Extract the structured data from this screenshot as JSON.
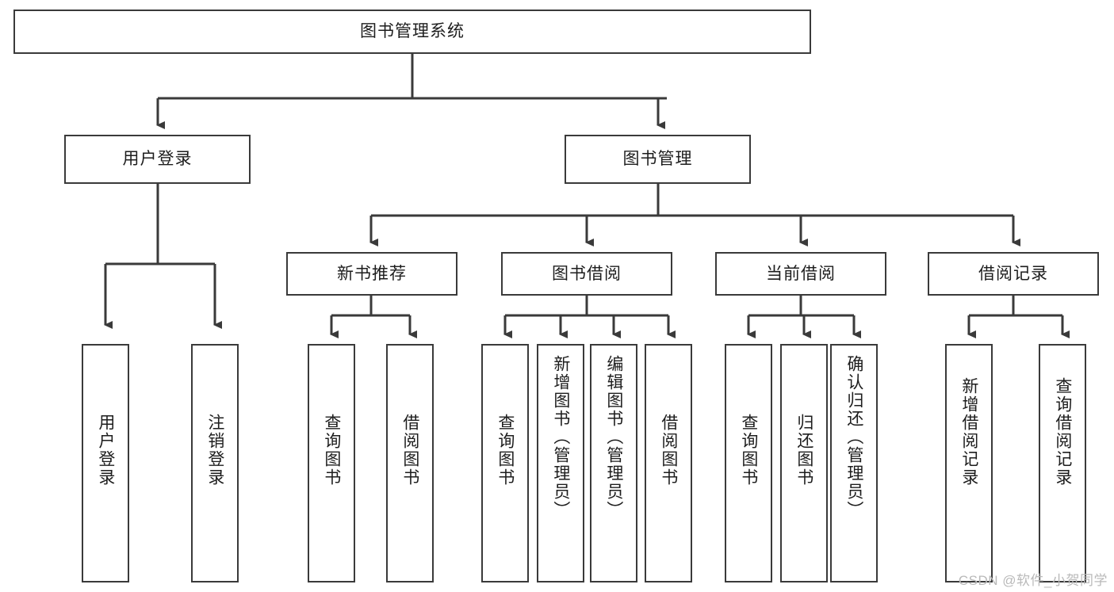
{
  "diagram": {
    "title": "图书管理系统",
    "type": "tree-hierarchy-chart",
    "stroke_color": "#3a3a3a",
    "text_color": "#1d1d1d",
    "background_color": "#ffffff"
  },
  "root": {
    "label": "图书管理系统"
  },
  "level2": [
    {
      "id": "user-login",
      "label": "用户登录"
    },
    {
      "id": "book-manage",
      "label": "图书管理"
    }
  ],
  "level3": [
    {
      "id": "new-book-rec",
      "label": "新书推荐"
    },
    {
      "id": "book-borrow",
      "label": "图书借阅"
    },
    {
      "id": "current-borrow",
      "label": "当前借阅"
    },
    {
      "id": "borrow-record",
      "label": "借阅记录"
    }
  ],
  "leaves": {
    "user_login": [
      {
        "id": "leaf-user-login",
        "label": "用户登录"
      },
      {
        "id": "leaf-logout",
        "label": "注销登录"
      }
    ],
    "new_book_rec": [
      {
        "id": "leaf-query-book-1",
        "label": "查询图书"
      },
      {
        "id": "leaf-borrow-book-1",
        "label": "借阅图书"
      }
    ],
    "book_borrow": [
      {
        "id": "leaf-query-book-2",
        "label": "查询图书"
      },
      {
        "id": "leaf-add-book",
        "label": "新增图书（管理员）"
      },
      {
        "id": "leaf-edit-book",
        "label": "编辑图书（管理员）"
      },
      {
        "id": "leaf-borrow-book-2",
        "label": "借阅图书"
      }
    ],
    "current_borrow": [
      {
        "id": "leaf-query-book-3",
        "label": "查询图书"
      },
      {
        "id": "leaf-return-book",
        "label": "归还图书"
      },
      {
        "id": "leaf-confirm-return",
        "label": "确认归还（管理员）"
      }
    ],
    "borrow_record": [
      {
        "id": "leaf-add-record",
        "label": "新增借阅记录"
      },
      {
        "id": "leaf-query-record",
        "label": "查询借阅记录"
      }
    ]
  },
  "watermark": {
    "text": "CSDN @软件_小贺同学"
  }
}
